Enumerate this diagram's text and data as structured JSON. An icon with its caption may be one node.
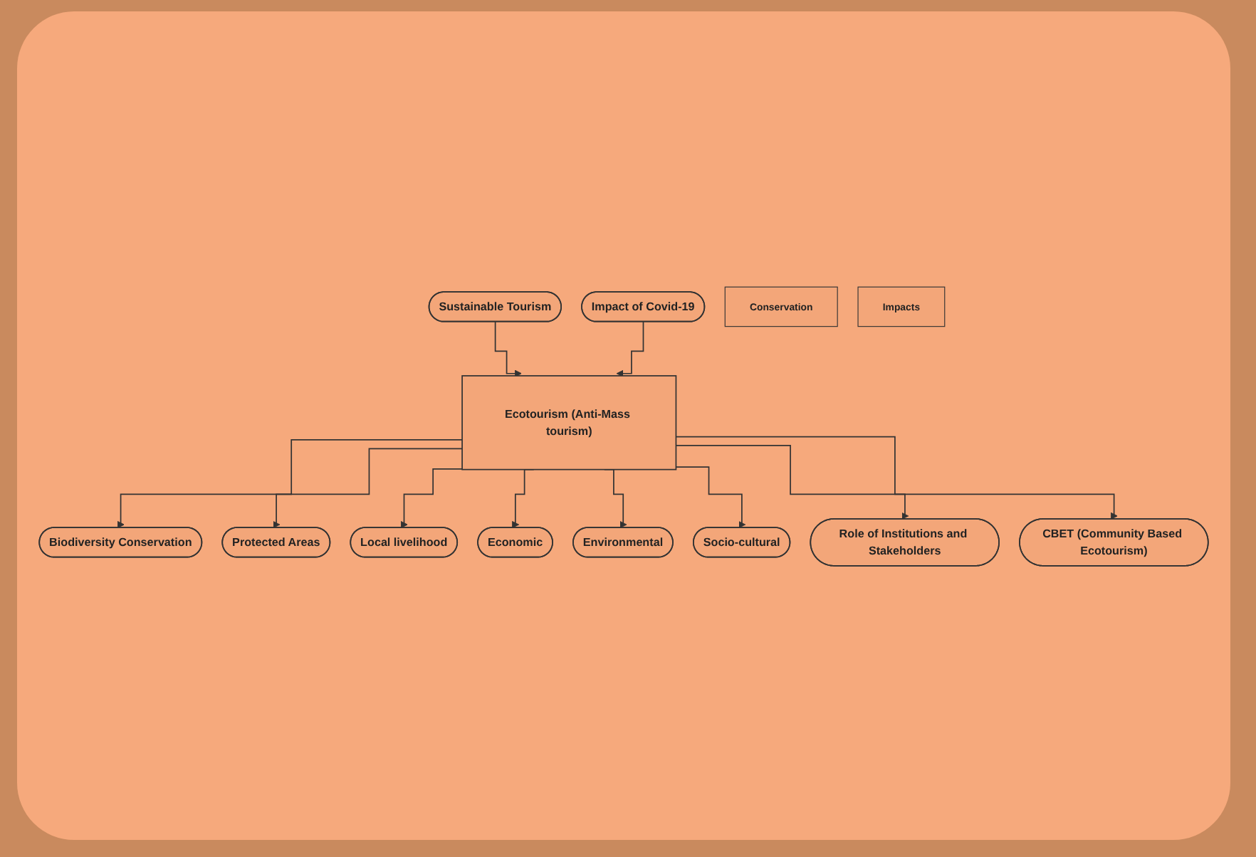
{
  "diagram": {
    "nodes": [
      {
        "text": [
          "Sustainable Tourism"
        ]
      },
      {
        "text": [
          "Impact of Covid-19"
        ]
      },
      {
        "text": [
          "Biodiversity Conservation"
        ]
      },
      {
        "text": [
          "Economic"
        ]
      },
      {
        "text": [
          "Conservation"
        ]
      },
      {
        "text": [
          "Ecotourism (Anti-Mass tourism)"
        ]
      },
      {
        "text": [
          "Impacts"
        ]
      },
      {
        "text": [
          "Protected Areas"
        ]
      },
      {
        "text": [
          "Environmental"
        ]
      },
      {
        "text": [
          "Local livelihood"
        ]
      },
      {
        "text": [
          "Socio-cultural"
        ]
      },
      {
        "text": [
          "Role of Institutions and Stakeholders"
        ]
      },
      {
        "text": [
          "CBET (Community Based Ecotourism)"
        ]
      }
    ],
    "edges": [
      {
        "from": 0,
        "to": 5,
        "arrow": "to"
      },
      {
        "from": 1,
        "to": 5,
        "arrow": "to"
      },
      {
        "from": 5,
        "to": 2,
        "arrow": "to"
      },
      {
        "from": 5,
        "to": 7,
        "arrow": "to"
      },
      {
        "from": 5,
        "to": 9,
        "arrow": "to"
      },
      {
        "from": 5,
        "to": 3,
        "arrow": "to"
      },
      {
        "from": 5,
        "to": 8,
        "arrow": "to"
      },
      {
        "from": 5,
        "to": 10,
        "arrow": "to"
      },
      {
        "from": 5,
        "to": 11,
        "arrow": "to"
      },
      {
        "from": 5,
        "to": 12,
        "arrow": "to"
      }
    ]
  }
}
